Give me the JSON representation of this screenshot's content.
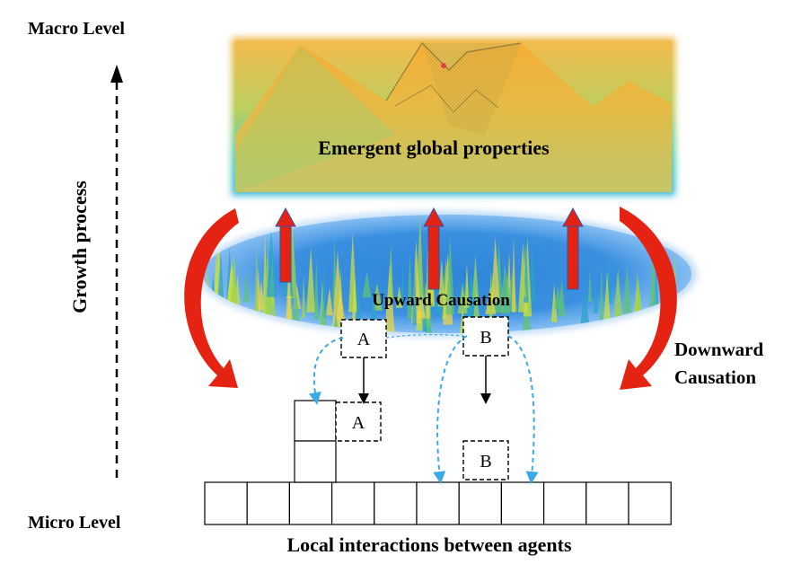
{
  "labels": {
    "macro_level": "Macro Level",
    "micro_level": "Micro Level",
    "growth_process": "Growth process",
    "emergent": "Emergent global properties",
    "upward": "Upward Causation",
    "downward_line1": "Downward",
    "downward_line2": "Causation",
    "local_interactions": "Local interactions between agents"
  },
  "agents": {
    "a_top": "A",
    "a_bottom": "A",
    "b_top": "B",
    "b_bottom": "B"
  },
  "grid": {
    "cell_count": 11,
    "stacked_cells": 2
  },
  "colors": {
    "red_arrow": "#e52313",
    "blue_dashed": "#3aa9e6",
    "text": "#000000"
  }
}
